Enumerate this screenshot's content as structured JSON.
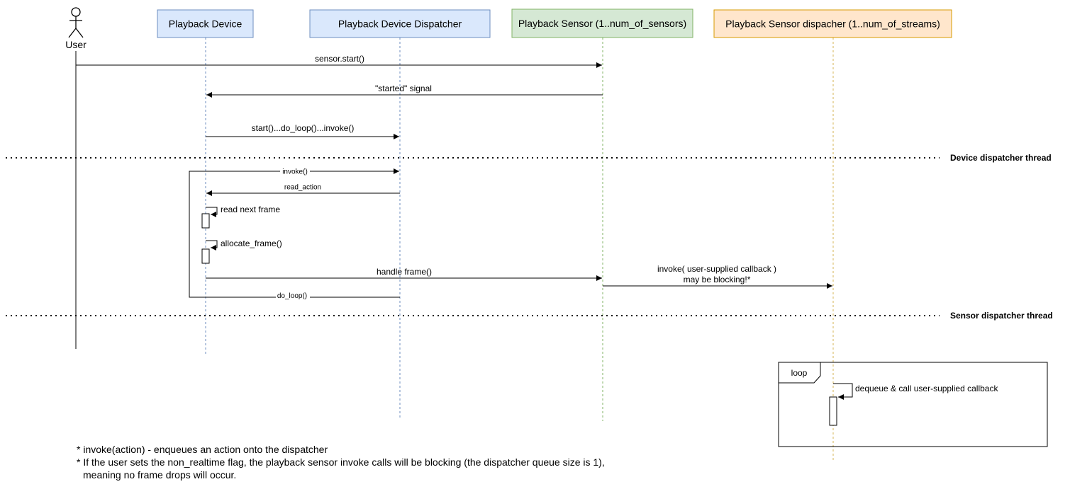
{
  "participants": {
    "user": "User",
    "device": "Playback Device",
    "dispatcher": "Playback Device Dispatcher",
    "sensor": "Playback Sensor (1..num_of_sensors)",
    "sensor_dispatcher": "Playback Sensor dispacher (1..num_of_streams)"
  },
  "messages": {
    "sensor_start": "sensor.start()",
    "started_signal": "\"started\" signal",
    "start_do_loop_invoke": "start()...do_loop()...invoke()",
    "invoke": "invoke()",
    "read_action": "read_action",
    "read_next_frame": "read next frame",
    "allocate_frame": "allocate_frame()",
    "handle_frame": "handle frame()",
    "invoke_callback_line1": "invoke( user-supplied callback )",
    "invoke_callback_line2": "may be blocking!*",
    "do_loop": "do_loop()",
    "dequeue": "dequeue & call user-supplied callback"
  },
  "threads": {
    "device": "Device dispatcher thread",
    "sensor": "Sensor dispatcher thread"
  },
  "loop_label": "loop",
  "footnotes": {
    "line1": "* invoke(action) - enqueues an action onto the dispatcher",
    "line2": "* If the user sets the non_realtime flag, the playback sensor invoke calls will be blocking (the dispatcher queue size is 1),",
    "line3": "meaning no frame drops will occur."
  },
  "colors": {
    "blue_fill": "#dae8fc",
    "blue_stroke": "#6c8ebf",
    "green_fill": "#d5e8d4",
    "green_stroke": "#82b366",
    "orange_fill": "#ffe6cc",
    "orange_stroke": "#d79b00",
    "sensor_dispatcher_lifeline": "#d6b656"
  }
}
